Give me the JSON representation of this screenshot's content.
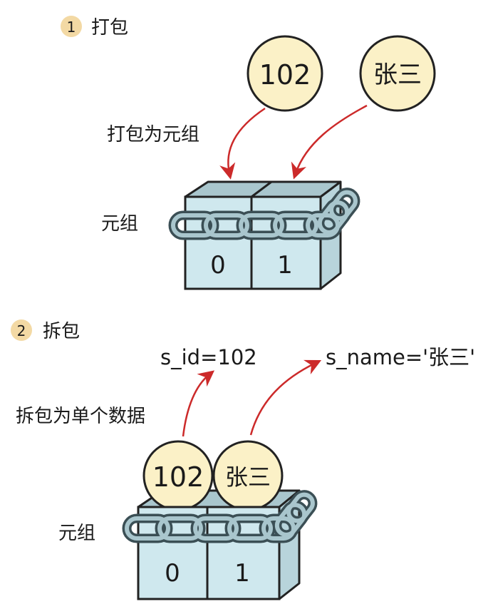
{
  "step1": {
    "number": "1",
    "title": "打包",
    "value_id": "102",
    "value_name": "张三",
    "pack_label": "打包为元组",
    "tuple_label": "元组",
    "index0": "0",
    "index1": "1"
  },
  "step2": {
    "number": "2",
    "title": "拆包",
    "result_id": "s_id=102",
    "result_name": "s_name='张三'",
    "unpack_label": "拆包为单个数据",
    "value_id": "102",
    "value_name": "张三",
    "tuple_label": "元组",
    "index0": "0",
    "index1": "1"
  },
  "colors": {
    "badge": "#f3d9a4",
    "ball_fill": "#fbf1c7",
    "box_front": "#cfe8ee",
    "box_top": "#a9c6cd",
    "box_side": "#b8d4db",
    "chain_outer": "#3b4f55",
    "chain_inner": "#a9c6cd",
    "arrow": "#cc2a2a"
  }
}
